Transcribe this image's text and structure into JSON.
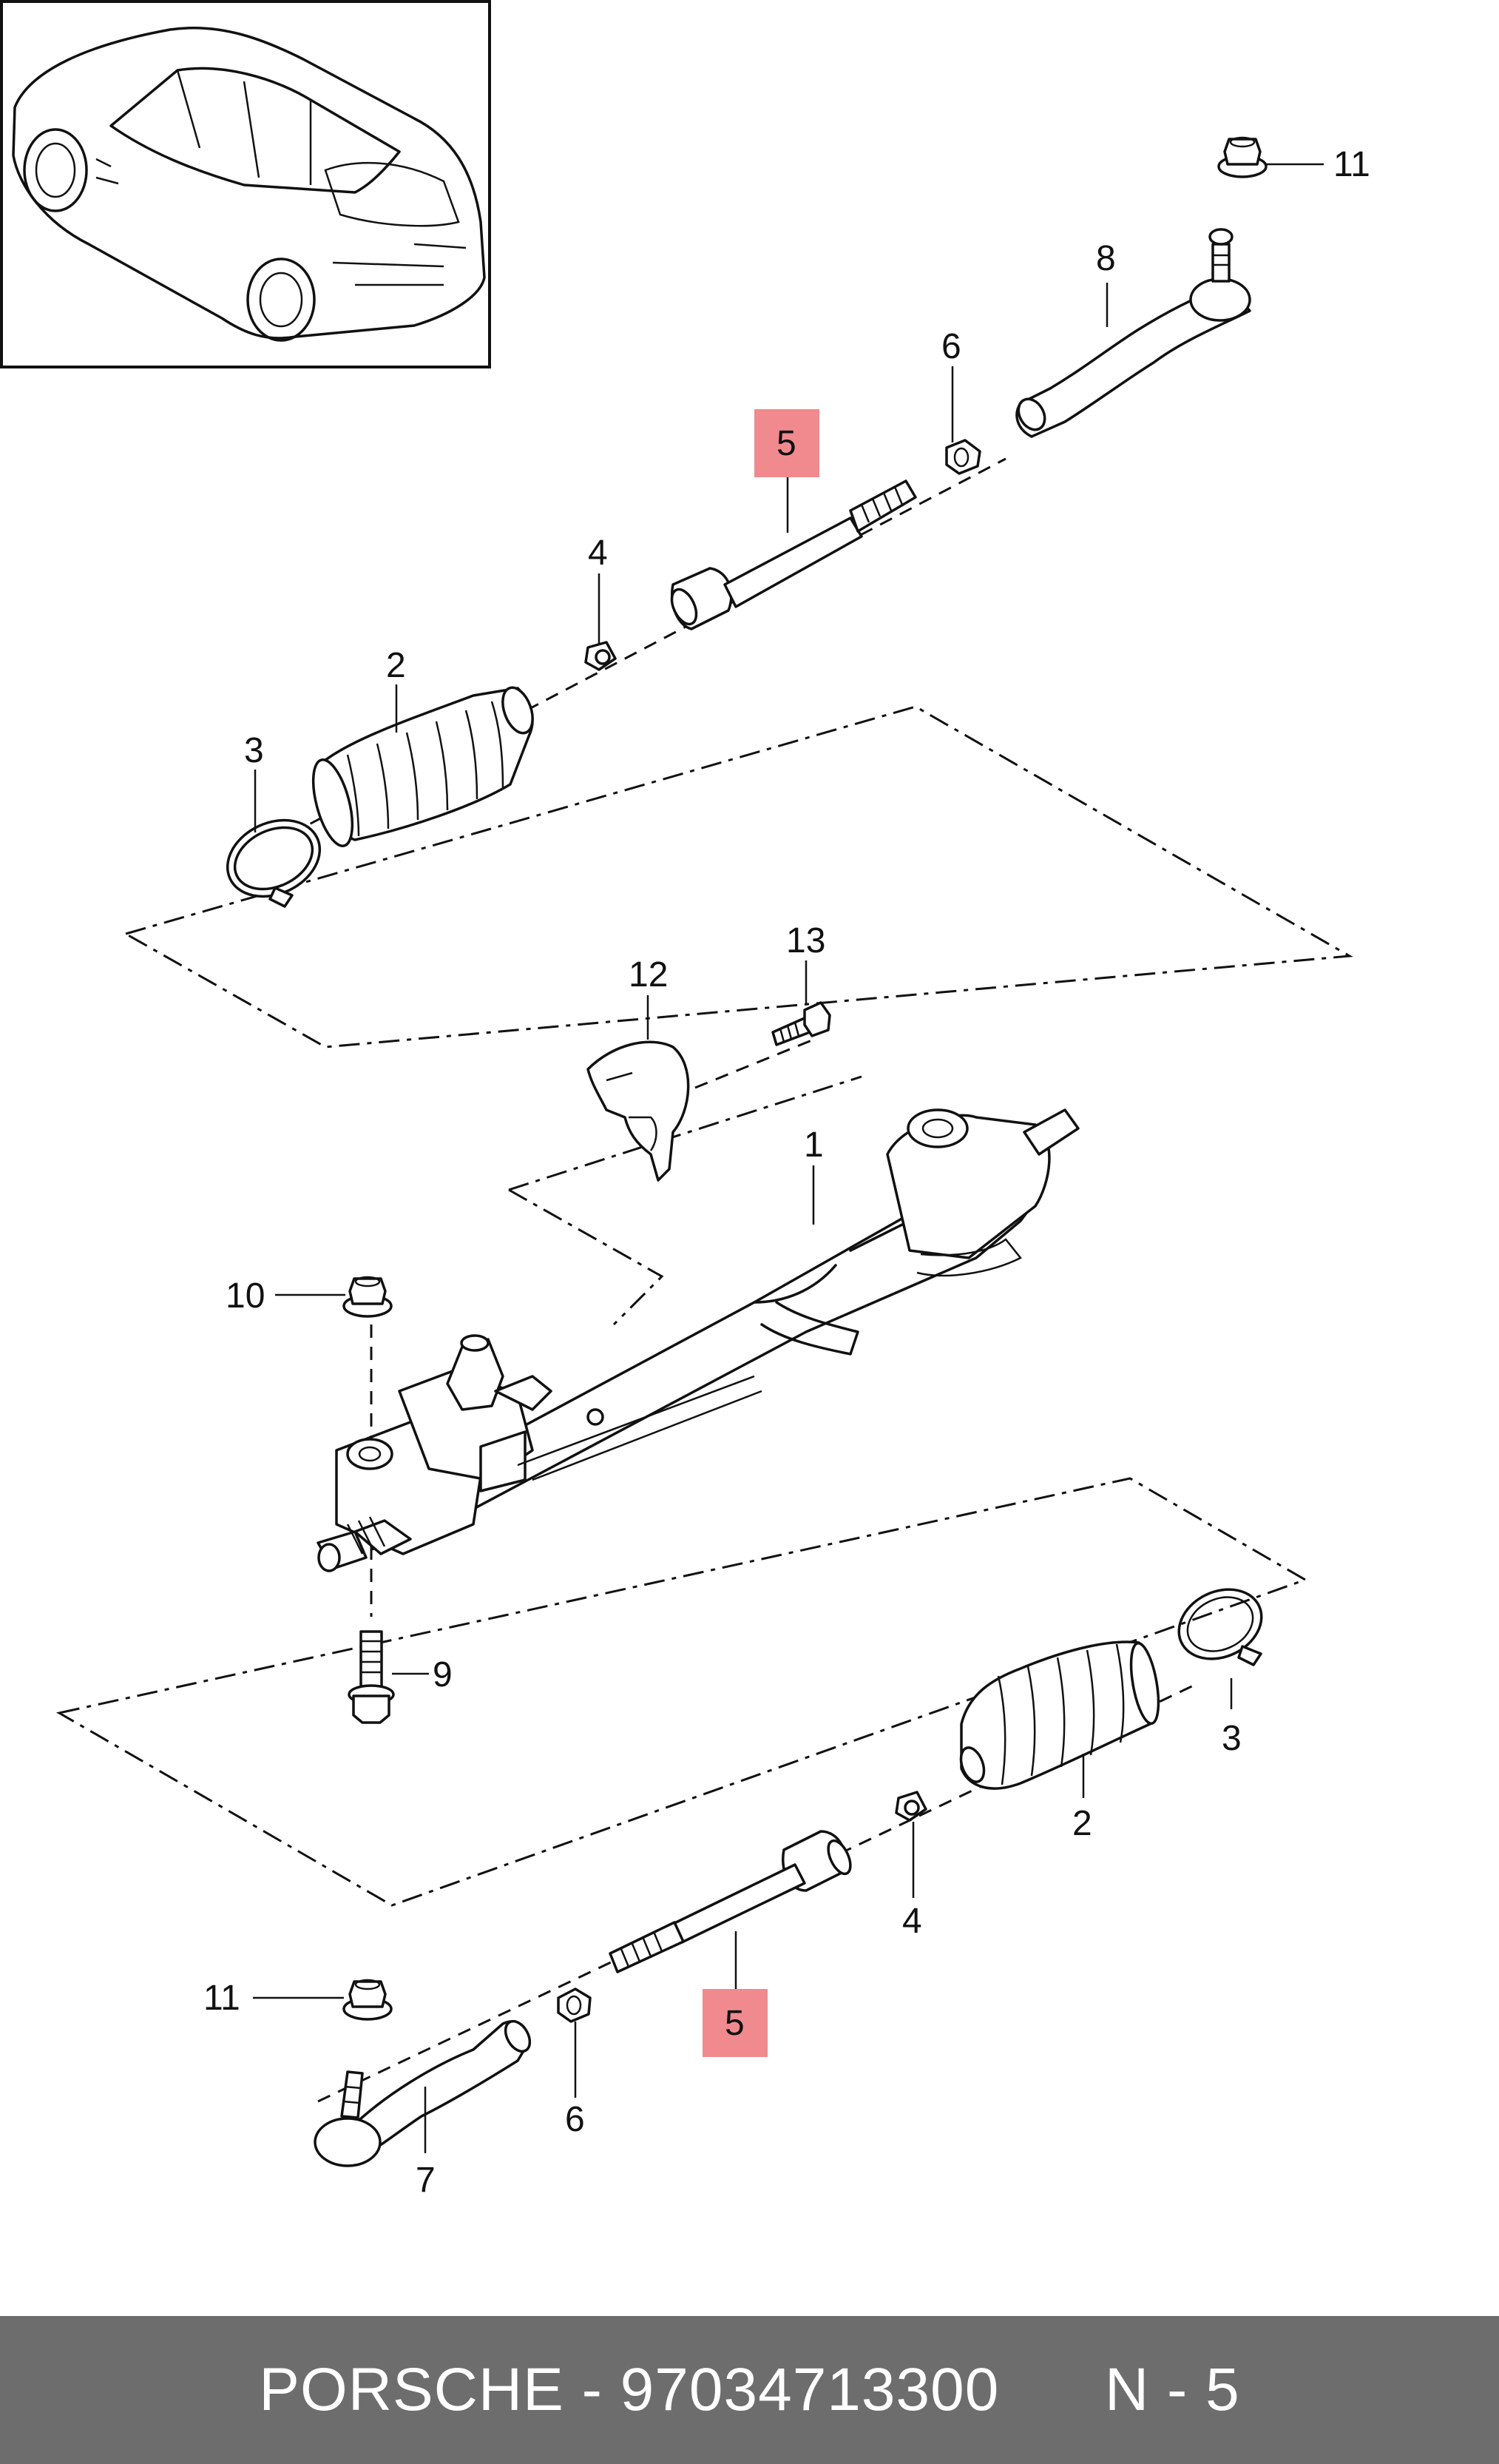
{
  "diagram": {
    "callouts": {
      "c1": "1",
      "c2_top": "2",
      "c2_bottom": "2",
      "c3_top": "3",
      "c3_bottom": "3",
      "c4_top": "4",
      "c4_bottom": "4",
      "c5_top": "5",
      "c5_bottom": "5",
      "c6_top": "6",
      "c6_bottom": "6",
      "c7": "7",
      "c8": "8",
      "c9": "9",
      "c10": "10",
      "c11_top": "11",
      "c11_bottom": "11",
      "c12": "12",
      "c13": "13"
    },
    "highlight_color": "#f08a8e"
  },
  "footer": {
    "text": "PORSCHE - 97034713300      N - 5",
    "background": "#6d6d6d"
  }
}
